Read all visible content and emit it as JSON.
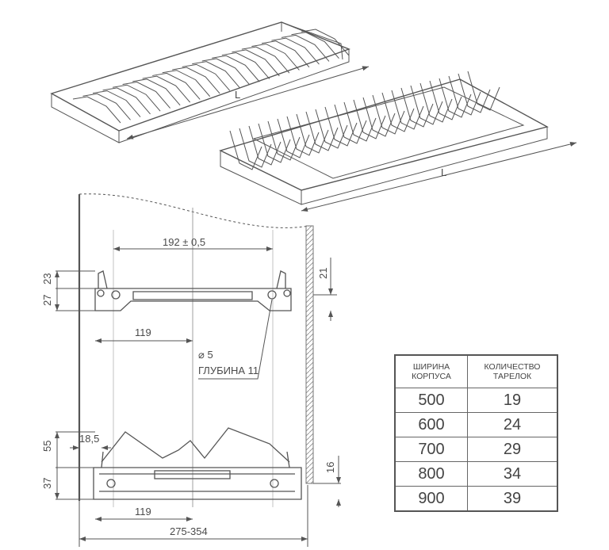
{
  "top_view": {
    "length_label_1": "L",
    "length_label_2": "L"
  },
  "section": {
    "hole_spacing": "192 ± 0,5",
    "dim_23": "23",
    "dim_27": "27",
    "dim_21": "21",
    "dim_119_top": "119",
    "hole_diameter": "⌀ 5",
    "hole_depth": "ГЛУБИНА 11",
    "dim_55": "55",
    "dim_18_5": "18,5",
    "dim_37": "37",
    "dim_16": "16",
    "dim_119_bottom": "119",
    "width_range": "275-354"
  },
  "table": {
    "headers": [
      "ШИРИНА КОРПУСА",
      "КОЛИЧЕСТВО ТАРЕЛОК"
    ],
    "rows": [
      [
        "500",
        "19"
      ],
      [
        "600",
        "24"
      ],
      [
        "700",
        "29"
      ],
      [
        "800",
        "34"
      ],
      [
        "900",
        "39"
      ]
    ]
  }
}
